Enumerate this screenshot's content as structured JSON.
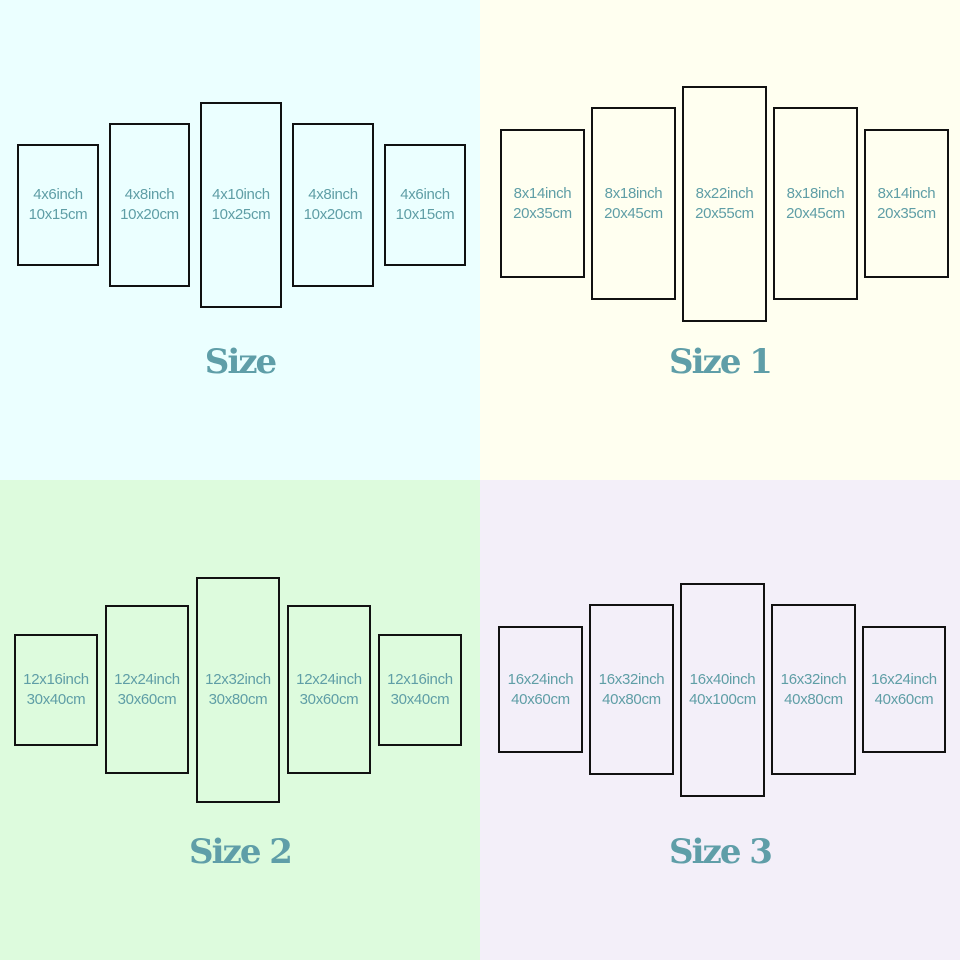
{
  "colors": {
    "text": "#5f9ea6",
    "border": "#111111"
  },
  "quadrants": [
    {
      "title": "Size",
      "background": "#ebffff",
      "panels": [
        {
          "inch": "4x6inch",
          "cm": "10x15cm"
        },
        {
          "inch": "4x8inch",
          "cm": "10x20cm"
        },
        {
          "inch": "4x10inch",
          "cm": "10x25cm"
        },
        {
          "inch": "4x8inch",
          "cm": "10x20cm"
        },
        {
          "inch": "4x6inch",
          "cm": "10x15cm"
        }
      ]
    },
    {
      "title": "Size 1",
      "background": "#fffff0",
      "panels": [
        {
          "inch": "8x14inch",
          "cm": "20x35cm"
        },
        {
          "inch": "8x18inch",
          "cm": "20x45cm"
        },
        {
          "inch": "8x22inch",
          "cm": "20x55cm"
        },
        {
          "inch": "8x18inch",
          "cm": "20x45cm"
        },
        {
          "inch": "8x14inch",
          "cm": "20x35cm"
        }
      ]
    },
    {
      "title": "Size 2",
      "background": "#ddfbdd",
      "panels": [
        {
          "inch": "12x16inch",
          "cm": "30x40cm"
        },
        {
          "inch": "12x24inch",
          "cm": "30x60cm"
        },
        {
          "inch": "12x32inch",
          "cm": "30x80cm"
        },
        {
          "inch": "12x24inch",
          "cm": "30x60cm"
        },
        {
          "inch": "12x16inch",
          "cm": "30x40cm"
        }
      ]
    },
    {
      "title": "Size 3",
      "background": "#f3eff9",
      "panels": [
        {
          "inch": "16x24inch",
          "cm": "40x60cm"
        },
        {
          "inch": "16x32inch",
          "cm": "40x80cm"
        },
        {
          "inch": "16x40inch",
          "cm": "40x100cm"
        },
        {
          "inch": "16x32inch",
          "cm": "40x80cm"
        },
        {
          "inch": "16x24inch",
          "cm": "40x60cm"
        }
      ]
    }
  ]
}
